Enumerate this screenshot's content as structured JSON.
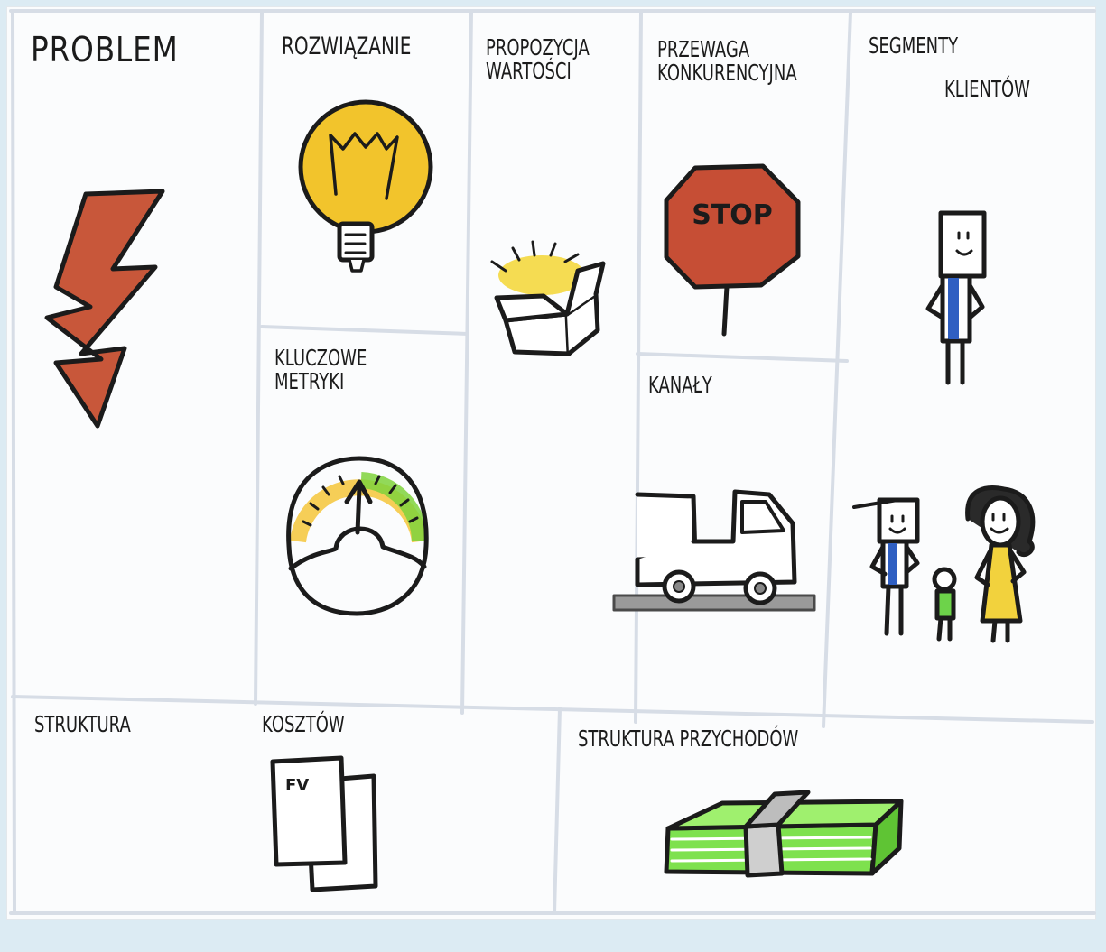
{
  "sections": {
    "problem": "PROBLEM",
    "solution": "ROZWIĄZANIE",
    "value_proposition": "PROPOZYCJA\nWARTOŚCI",
    "competitive_advantage": "PRZEWAGA\nKONKURENCYJNA",
    "customer_segments_line1": "SEGMENTY",
    "customer_segments_line2": "KLIENTÓW",
    "key_metrics": "KLUCZOWE\nMETRYKI",
    "channels": "KANAŁY",
    "cost_structure_line1": "STRUKTURA",
    "cost_structure_line2": "KOSZTÓW",
    "revenue_streams": "STRUKTURA PRZYCHODÓW"
  },
  "icons": {
    "problem": "lightning-bolt-icon",
    "solution": "light-bulb-icon",
    "value_proposition": "open-gift-box-icon",
    "competitive_advantage": "stop-sign-icon",
    "key_metrics": "gauge-icon",
    "channels": "delivery-truck-icon",
    "customer_segments": [
      "single-customer-icon",
      "family-customers-icon"
    ],
    "cost_structure": "invoice-documents-icon",
    "revenue_streams": "money-stack-icon"
  },
  "sign_text": "STOP",
  "invoice_text": "FV",
  "colors": {
    "bolt": "#c8573a",
    "bulb": "#f2c42c",
    "stop": "#c64e35",
    "gauge_warm": "#f4c53a",
    "gauge_cool": "#7fd23c",
    "blue_shirt": "#2f5fc2",
    "green_shirt": "#6dd34a",
    "yellow_dress": "#f2d23d",
    "money": "#7ee14e",
    "ink": "#1b1b1b"
  }
}
